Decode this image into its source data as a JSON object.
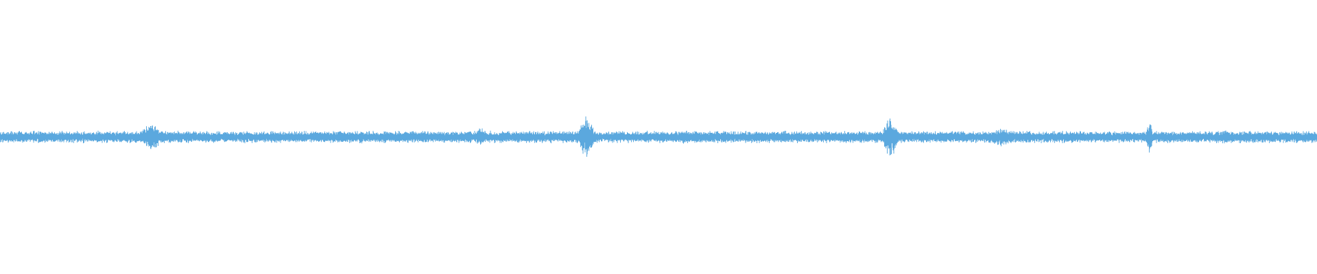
{
  "waveform": {
    "color": "#5ba8de",
    "background": "#ffffff",
    "base_amplitude": 0.018,
    "bursts": [
      {
        "position": 0.115,
        "amplitude": 0.06,
        "width": 0.012
      },
      {
        "position": 0.365,
        "amplitude": 0.045,
        "width": 0.006
      },
      {
        "position": 0.445,
        "amplitude": 0.085,
        "width": 0.01
      },
      {
        "position": 0.52,
        "amplitude": 0.03,
        "width": 0.012
      },
      {
        "position": 0.676,
        "amplitude": 0.1,
        "width": 0.008
      },
      {
        "position": 0.76,
        "amplitude": 0.04,
        "width": 0.015
      },
      {
        "position": 0.873,
        "amplitude": 0.095,
        "width": 0.003
      },
      {
        "position": 0.93,
        "amplitude": 0.03,
        "width": 0.01
      }
    ]
  }
}
